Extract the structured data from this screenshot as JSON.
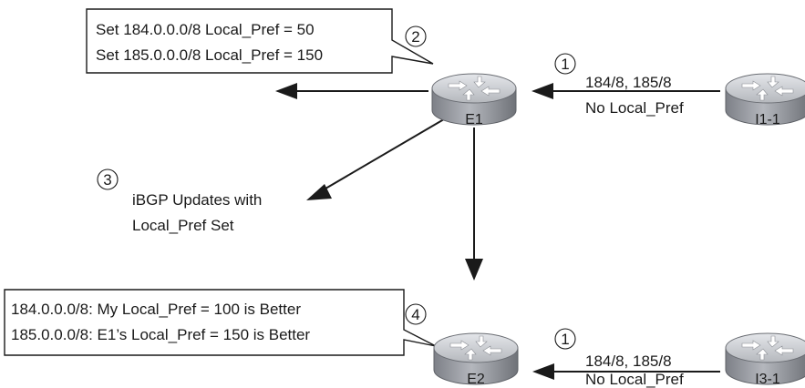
{
  "routers": {
    "e1": "E1",
    "i1_1": "I1-1",
    "e2": "E2",
    "i3_1": "I3-1"
  },
  "callouts": {
    "box_top": {
      "line1": "Set 184.0.0.0/8 Local_Pref = 50",
      "line2": "Set 185.0.0.0/8 Local_Pref = 150"
    },
    "box_bottom": {
      "line1": "184.0.0.0/8: My  Local_Pref = 100 is Better",
      "line2": "185.0.0.0/8: E1’s Local_Pref = 150 is Better"
    },
    "ibgp": {
      "line1": "iBGP Updates with",
      "line2": "Local_Pref Set"
    }
  },
  "links": {
    "top": {
      "line1": "184/8, 185/8",
      "line2": "No Local_Pref"
    },
    "bottom": {
      "line1": "184/8, 185/8",
      "line2": "No Local_Pref"
    }
  },
  "steps": {
    "s1_top": "1",
    "s2": "2",
    "s3": "3",
    "s4": "4",
    "s1_bottom": "1"
  },
  "colors": {
    "router_body": "#9a9da3",
    "router_top": "#c9ccd1",
    "line": "#1a1a1a"
  }
}
